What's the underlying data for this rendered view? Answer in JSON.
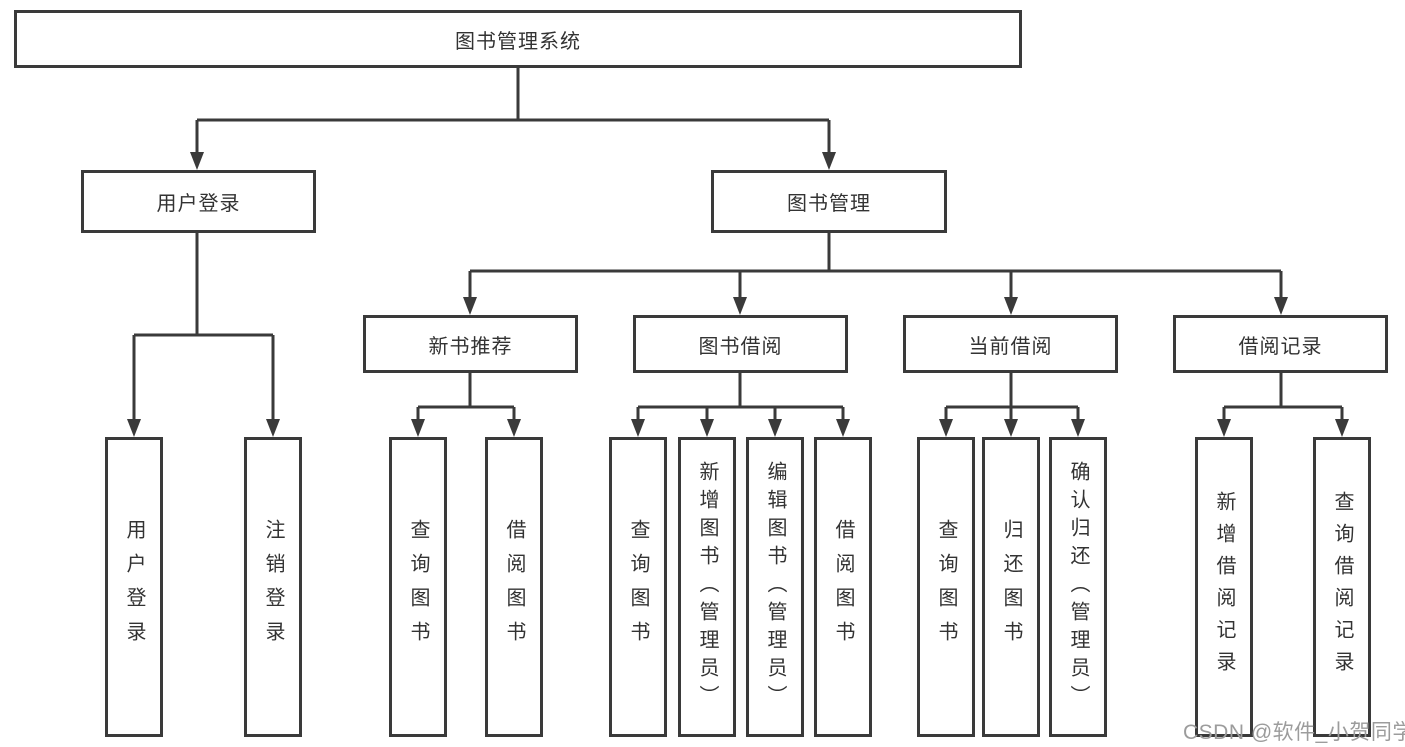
{
  "tree": {
    "label": "图书管理系统",
    "children": [
      {
        "label": "用户登录",
        "children": [
          {
            "label": "用户登录"
          },
          {
            "label": "注销登录"
          }
        ]
      },
      {
        "label": "图书管理",
        "children": [
          {
            "label": "新书推荐",
            "children": [
              {
                "label": "查询图书"
              },
              {
                "label": "借阅图书"
              }
            ]
          },
          {
            "label": "图书借阅",
            "children": [
              {
                "label": "查询图书"
              },
              {
                "label": "新增图书（管理员）"
              },
              {
                "label": "编辑图书（管理员）"
              },
              {
                "label": "借阅图书"
              }
            ]
          },
          {
            "label": "当前借阅",
            "children": [
              {
                "label": "查询图书"
              },
              {
                "label": "归还图书"
              },
              {
                "label": "确认归还（管理员）"
              }
            ]
          },
          {
            "label": "借阅记录",
            "children": [
              {
                "label": "新增借阅记录"
              },
              {
                "label": "查询借阅记录"
              }
            ]
          }
        ]
      }
    ]
  },
  "watermark": "CSDN @软件_小贺同学",
  "colors": {
    "stroke": "#3a3a3a",
    "text": "#333333",
    "watermark": "#9c9c9c",
    "background": "#ffffff"
  }
}
